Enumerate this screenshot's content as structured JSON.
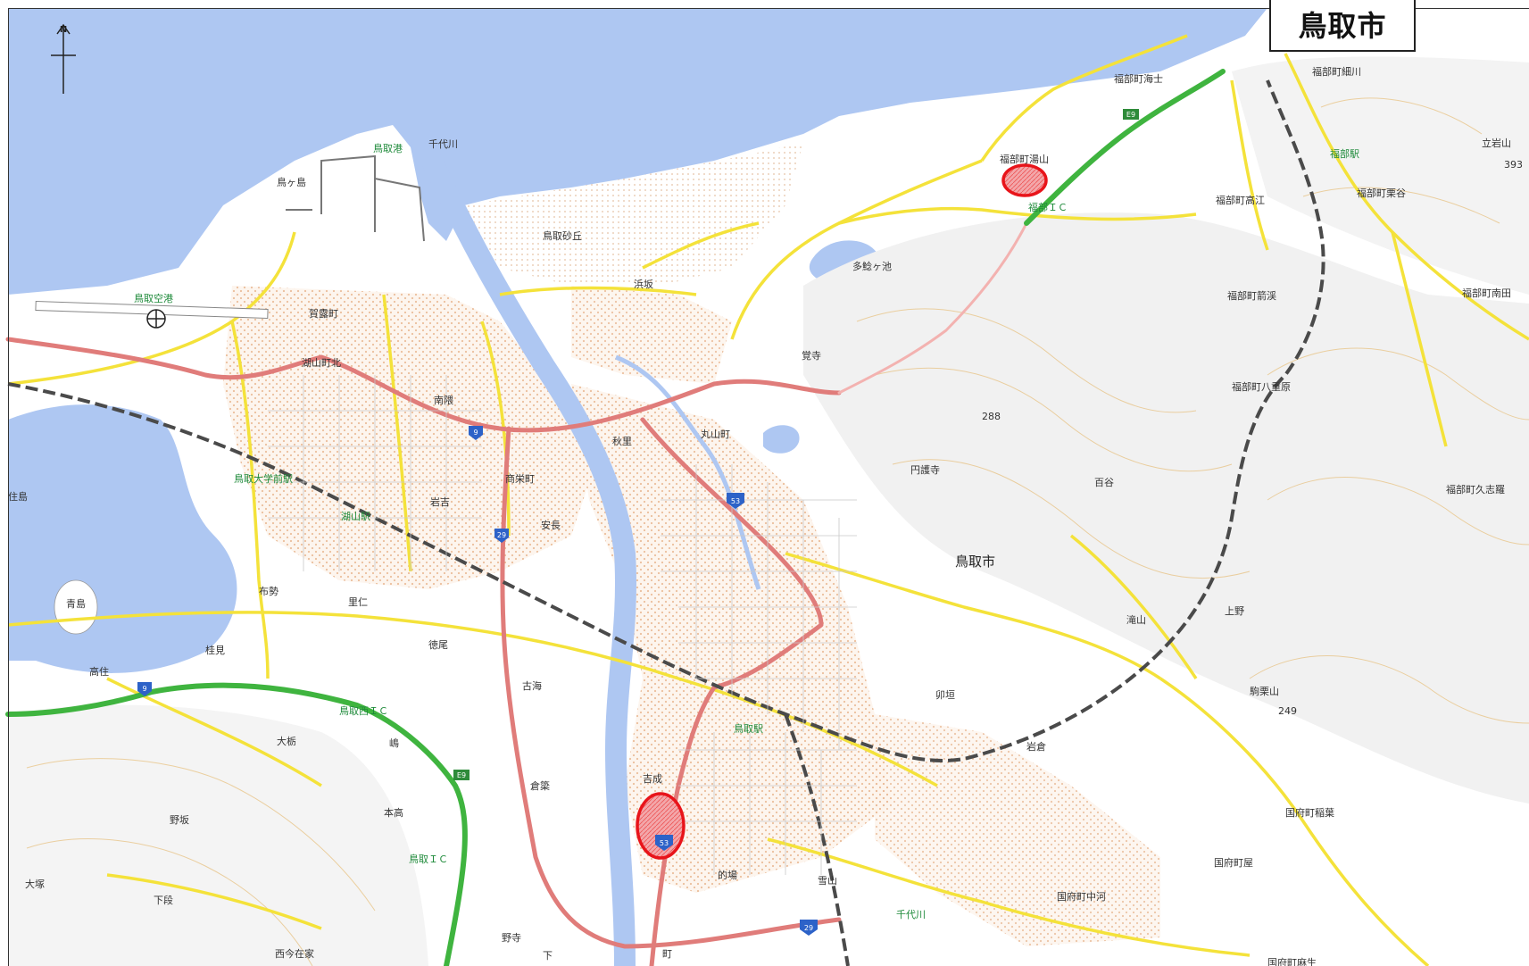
{
  "title": "鳥取市",
  "north_arrow": {
    "label": "N"
  },
  "place_labels": {
    "tottori_city": "鳥取市",
    "fukube_umiji": "福部町海士",
    "fukube_yuyama": "福部町湯山",
    "fukube_ic": "福部ＩＣ",
    "fukube_hosokawa": "福部町細川",
    "fukube_station": "福部駅",
    "fukube_kurita": "福部町栗谷",
    "fukube_takae": "福部町高江",
    "fukube_arisu": "福部町箭渓",
    "fukube_minamida": "福部町南田",
    "fukube_yaedani": "福部町八重原",
    "fukube_kushiro": "福部町久志羅",
    "tategeyama": "立岩山",
    "elev_393": "393",
    "tottori_port": "鳥取港",
    "senshiro_river": "千代川",
    "tottori_dunes": "鳥取砂丘",
    "karo_island": "鳥ヶ島",
    "tottori_airport": "鳥取空港",
    "hamasaka": "浜坂",
    "tagoike": "多鯰ヶ池",
    "kakuji": "覚寺",
    "maruyama": "丸山町",
    "elev_288": "288",
    "engoji": "円護寺",
    "hyakutani": "百谷",
    "takiyama": "滝山",
    "uwano": "上野",
    "komorigaoka": "駒栗山",
    "elev_249": "249",
    "kamiwaku": "卯垣",
    "iwakura": "岩倉",
    "kokufu_inaba": "国府町稲葉",
    "kokufu_nakashima": "国府町中河",
    "kokufu_hosoya": "国府町屋",
    "kokufu_nishi": "国府町麻生",
    "koyama": "湖山町北",
    "kadoro": "賀露町",
    "minamisato": "南隈",
    "akihiro": "秋里",
    "shogyo": "商栄町",
    "iwayoshi": "岩吉",
    "anaga": "安長",
    "tottori_univ_station": "鳥取大学前駅",
    "koyama_station": "湖山駅",
    "tottori_station": "鳥取駅",
    "nunose": "布勢",
    "satoni": "里仁",
    "tokuo": "徳尾",
    "kitami": "桂見",
    "takasumi": "高住",
    "koumi": "古海",
    "aoshima": "青島",
    "sumijima": "住島",
    "tottori_nishi_ic": "鳥取西ＩＣ",
    "osumi": "大栃",
    "shima": "嶋",
    "yoshinari": "吉成",
    "nowasaka": "野坂",
    "motodaka": "本高",
    "kuranami": "倉簗",
    "tottori_ic": "鳥取ＩＣ",
    "masuhara": "大塚",
    "shimodan": "下段",
    "nishiimazaike": "西今在家",
    "noderi": "野寺",
    "shimo": "下",
    "matoba": "的場",
    "yukiyama": "雪山",
    "sendai": "千代川",
    "koji": "町"
  },
  "route_shields": {
    "r9_east": "9",
    "r9_west": "9",
    "r29": "29",
    "r53_north": "53",
    "r53_south": "53",
    "r29_south": "29",
    "e9_north": "E9",
    "e9_south": "E9"
  },
  "highlight_areas": [
    {
      "name": "福部町湯山 area"
    },
    {
      "name": "吉成 area"
    }
  ],
  "colors": {
    "sea": "#aec7f2",
    "land": "#ffffff",
    "national_road": "#e07c7a",
    "prefectural_road": "#f4e23a",
    "expressway": "#3fb43f",
    "railway": "#555555",
    "highlight": "#e8141a",
    "urban": "#f2c9a8"
  }
}
